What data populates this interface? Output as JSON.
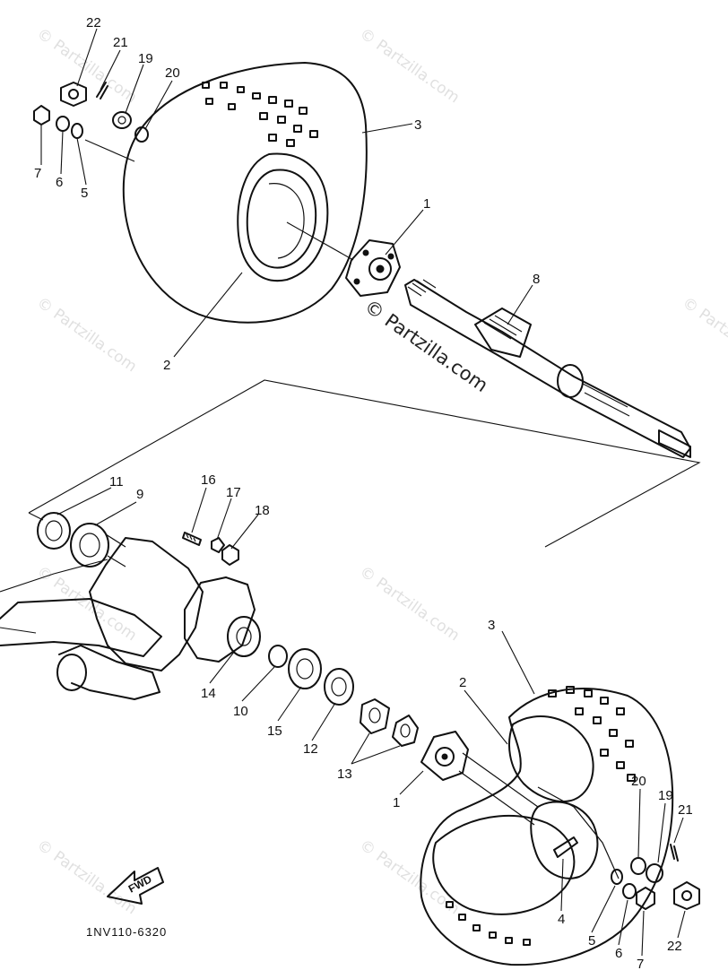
{
  "drawing_code": "1NV110-6320",
  "fwd_label": "FWD",
  "watermark_text": "© Partzilla.com",
  "callouts": [
    {
      "id": "c22a",
      "label": "22"
    },
    {
      "id": "c21a",
      "label": "21"
    },
    {
      "id": "c19a",
      "label": "19"
    },
    {
      "id": "c20a",
      "label": "20"
    },
    {
      "id": "c3a",
      "label": "3"
    },
    {
      "id": "c7a",
      "label": "7"
    },
    {
      "id": "c6a",
      "label": "6"
    },
    {
      "id": "c5a",
      "label": "5"
    },
    {
      "id": "c1a",
      "label": "1"
    },
    {
      "id": "c8",
      "label": "8"
    },
    {
      "id": "c2a",
      "label": "2"
    },
    {
      "id": "c11",
      "label": "11"
    },
    {
      "id": "c9",
      "label": "9"
    },
    {
      "id": "c16",
      "label": "16"
    },
    {
      "id": "c17",
      "label": "17"
    },
    {
      "id": "c18",
      "label": "18"
    },
    {
      "id": "c14",
      "label": "14"
    },
    {
      "id": "c10",
      "label": "10"
    },
    {
      "id": "c15",
      "label": "15"
    },
    {
      "id": "c12",
      "label": "12"
    },
    {
      "id": "c13",
      "label": "13"
    },
    {
      "id": "c3b",
      "label": "3"
    },
    {
      "id": "c2b",
      "label": "2"
    },
    {
      "id": "c1b",
      "label": "1"
    },
    {
      "id": "c20b",
      "label": "20"
    },
    {
      "id": "c19b",
      "label": "19"
    },
    {
      "id": "c21b",
      "label": "21"
    },
    {
      "id": "c4",
      "label": "4"
    },
    {
      "id": "c5b",
      "label": "5"
    },
    {
      "id": "c6b",
      "label": "6"
    },
    {
      "id": "c7b",
      "label": "7"
    },
    {
      "id": "c22b",
      "label": "22"
    }
  ]
}
